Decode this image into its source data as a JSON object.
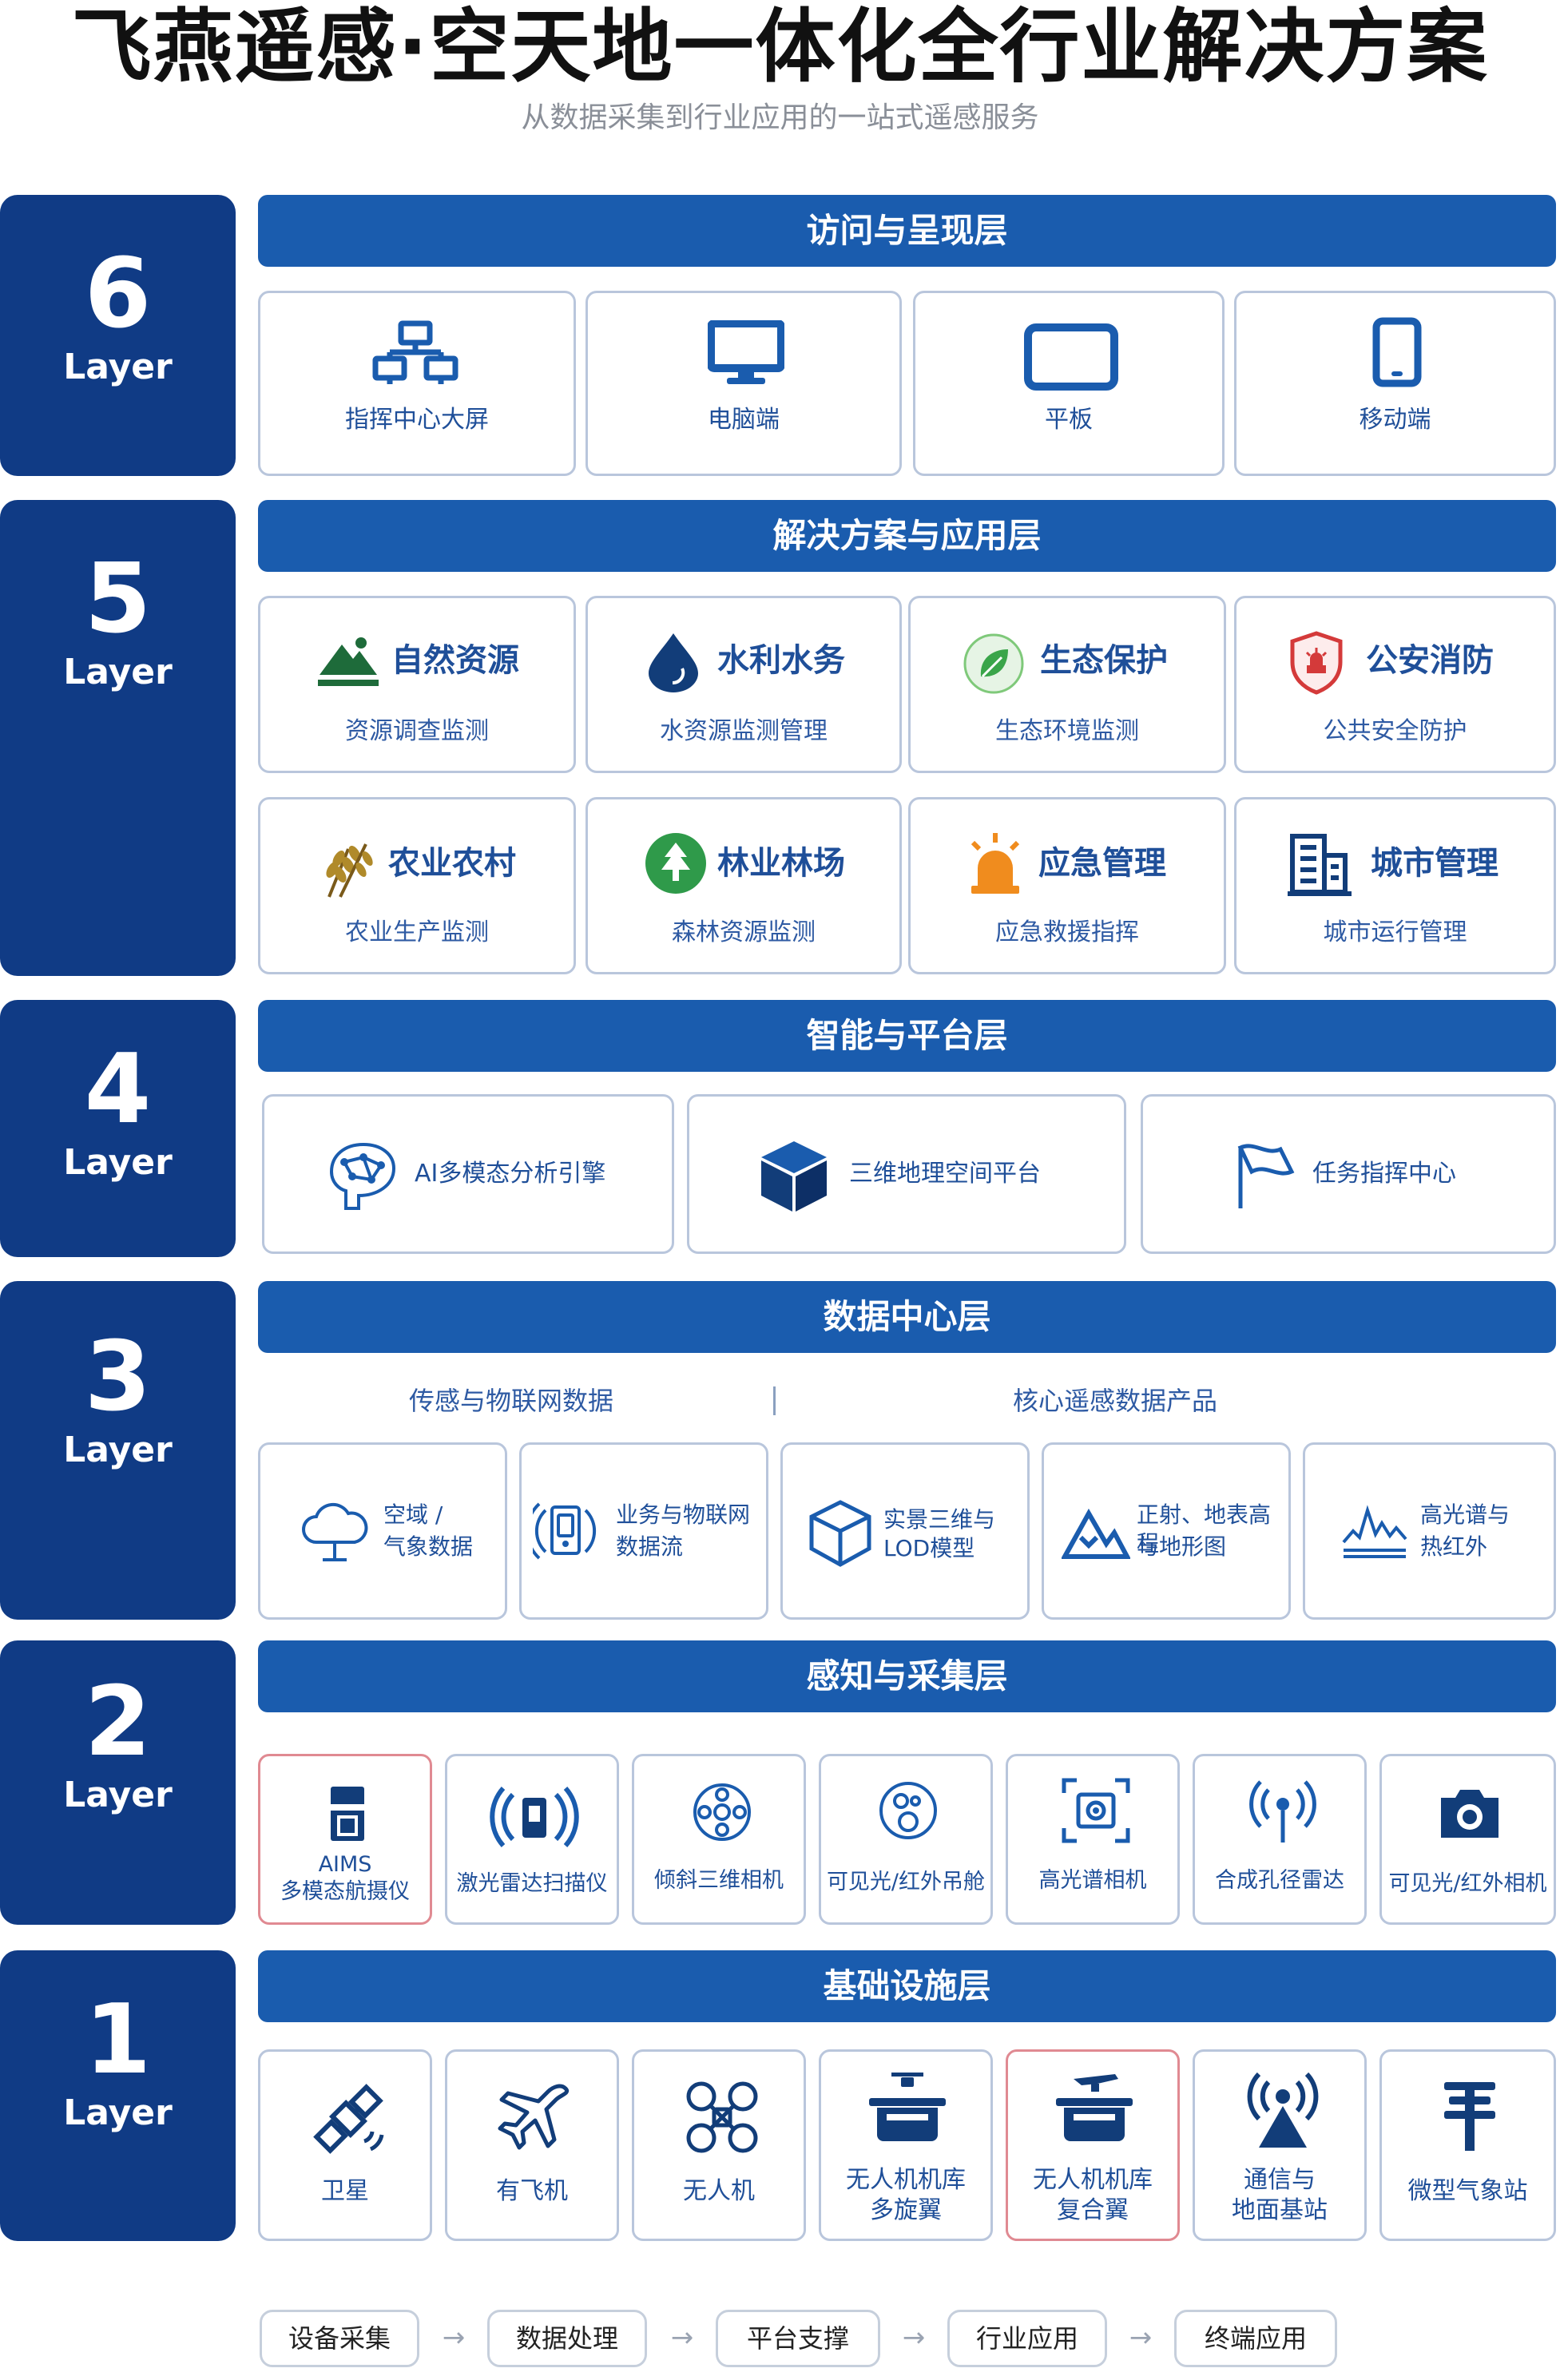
{
  "header": {
    "title": "飞燕遥感·空天地一体化全行业解决方案",
    "subtitle": "从数据采集到行业应用的一站式遥感服务"
  },
  "layer_word": "Layer",
  "layers": [
    {
      "number": "6",
      "name": "访问与呈现层",
      "items": [
        "指挥中心大屏",
        "电脑端",
        "平板",
        "移动端"
      ]
    },
    {
      "number": "5",
      "name": "解决方案与应用层",
      "items": [
        {
          "title": "自然资源",
          "subtitle": "资源调查监测"
        },
        {
          "title": "水利水务",
          "subtitle": "水资源监测管理"
        },
        {
          "title": "生态保护",
          "subtitle": "生态环境监测"
        },
        {
          "title": "公安消防",
          "subtitle": "公共安全防护"
        },
        {
          "title": "农业农村",
          "subtitle": "农业生产监测"
        },
        {
          "title": "林业林场",
          "subtitle": "森林资源监测"
        },
        {
          "title": "应急管理",
          "subtitle": "应急救援指挥"
        },
        {
          "title": "城市管理",
          "subtitle": "城市运行管理"
        }
      ]
    },
    {
      "number": "4",
      "name": "智能与平台层",
      "items": [
        "AI多模态分析引擎",
        "三维地理空间平台",
        "任务指挥中心"
      ]
    },
    {
      "number": "3",
      "name": "数据中心层",
      "group_left": "传感与物联网数据",
      "group_right": "核心遥感数据产品",
      "items": [
        {
          "line1": "空域 /",
          "line2": "气象数据"
        },
        {
          "line1": "业务与物联网",
          "line2": "数据流"
        },
        {
          "line1": "实景三维与",
          "line2": "LOD模型"
        },
        {
          "line1": "正射、地表高程",
          "line2": "与地形图"
        },
        {
          "line1": "高光谱与",
          "line2": "热红外"
        }
      ]
    },
    {
      "number": "2",
      "name": "感知与采集层",
      "items": [
        {
          "line1": "AIMS",
          "line2": "多模态航摄仪"
        },
        {
          "line1": "激光雷达扫描仪",
          "line2": ""
        },
        {
          "line1": "倾斜三维相机",
          "line2": ""
        },
        {
          "line1": "可见光/红外吊舱",
          "line2": ""
        },
        {
          "line1": "高光谱相机",
          "line2": ""
        },
        {
          "line1": "合成孔径雷达",
          "line2": ""
        },
        {
          "line1": "可见光/红外相机",
          "line2": ""
        }
      ]
    },
    {
      "number": "1",
      "name": "基础设施层",
      "items": [
        {
          "line1": "卫星",
          "line2": ""
        },
        {
          "line1": "有飞机",
          "line2": ""
        },
        {
          "line1": "无人机",
          "line2": ""
        },
        {
          "line1": "无人机机库",
          "line2": "多旋翼"
        },
        {
          "line1": "无人机机库",
          "line2": "复合翼"
        },
        {
          "line1": "通信与",
          "line2": "地面基站"
        },
        {
          "line1": "微型气象站",
          "line2": ""
        }
      ]
    }
  ],
  "flow": {
    "steps": [
      "设备采集",
      "数据处理",
      "平台支撑",
      "行业应用",
      "终端应用"
    ],
    "arrow": "→"
  },
  "colors": {
    "layer_tag": "#103b85",
    "layer_bar": "#1a5cae",
    "card_border": "#b9c6dc",
    "highlight_border": "#e08a92",
    "text_blue": "#1f4f99",
    "title_black": "#111111",
    "subtitle_gray": "#8a8f98",
    "eco_green": "#3aa54a",
    "forest_green": "#2f9a4a",
    "alert_orange": "#f08c1e",
    "police_red": "#d43a3a",
    "wheat_gold": "#b08a2a"
  }
}
